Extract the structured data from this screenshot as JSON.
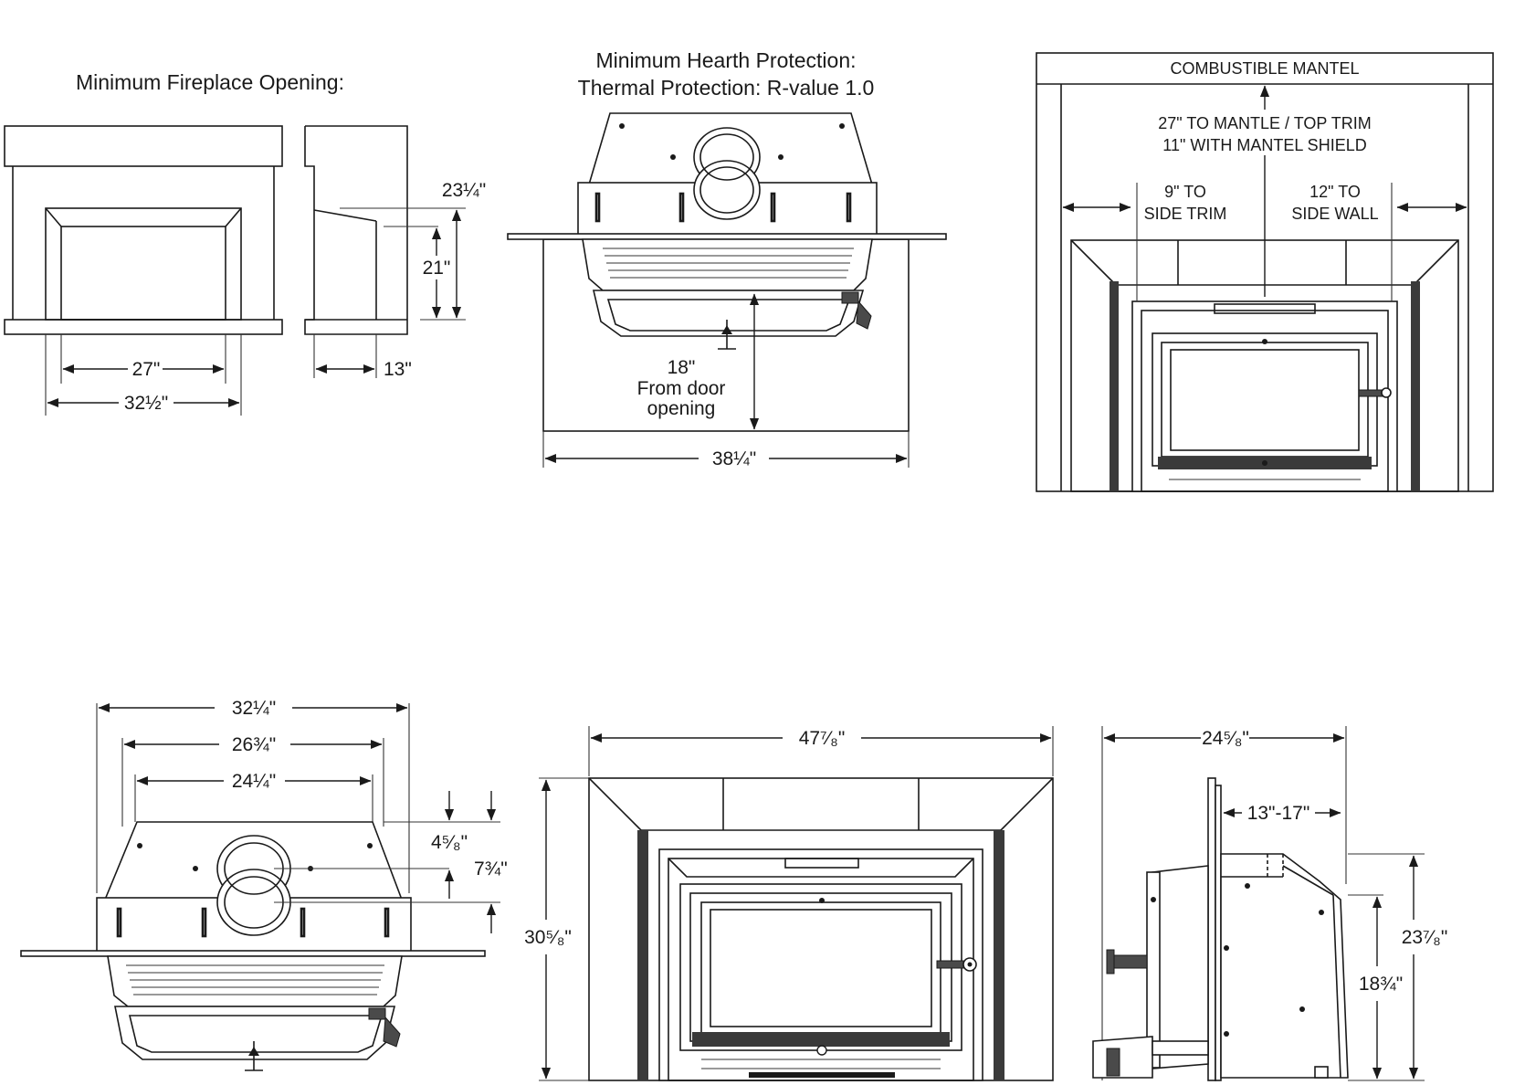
{
  "fireplace_opening": {
    "title": "Minimum Fireplace Opening:",
    "dim_height_total": "23¼\"",
    "dim_height_rear": "21\"",
    "dim_width_rear": "27\"",
    "dim_width_front": "32½\"",
    "dim_depth": "13\""
  },
  "hearth_protection": {
    "title_line1": "Minimum Hearth Protection:",
    "title_line2": "Thermal Protection:  R-value 1.0",
    "dim_depth_line1": "18\"",
    "dim_depth_line2": "From door",
    "dim_depth_line3": "opening",
    "dim_width": "38¼\""
  },
  "mantel_clearance": {
    "header": "COMBUSTIBLE MANTEL",
    "top_line1": "27\" TO MANTLE / TOP TRIM",
    "top_line2": "11\" WITH MANTEL SHIELD",
    "side_trim_line1": "9\" TO",
    "side_trim_line2": "SIDE TRIM",
    "side_wall_line1": "12\" TO",
    "side_wall_line2": "SIDE WALL"
  },
  "top_view": {
    "dim_overall": "32¼\"",
    "dim_mid": "26¾\"",
    "dim_inner": "24¼\"",
    "dim_flue_offset": "4⁵⁄₈\"",
    "dim_flue_depth": "7¾\""
  },
  "front_view": {
    "dim_width": "47⁷⁄₈\"",
    "dim_height": "30⁵⁄₈\""
  },
  "side_view": {
    "dim_depth": "24⁵⁄₈\"",
    "dim_insert": "13\"-17\"",
    "dim_height": "23⁷⁄₈\"",
    "dim_front_height": "18¾\""
  }
}
